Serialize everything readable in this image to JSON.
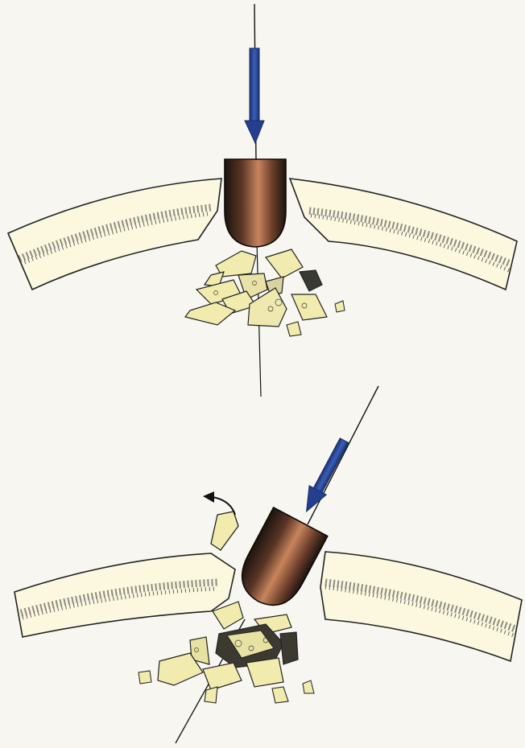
{
  "figure": {
    "panels": [
      {
        "id": "perpendicular-impact",
        "projectile": "bullet",
        "direction": "perpendicular",
        "fragments_ejected_backward": false
      },
      {
        "id": "oblique-impact",
        "projectile": "bullet",
        "direction": "oblique",
        "fragments_ejected_backward": true
      }
    ],
    "colors": {
      "paper": "#f7f6f1",
      "bone": "#fbf8df",
      "bone_fragment": "#f1ecae",
      "marrow": "#2a2a2a",
      "bullet_dark": "#1c140f",
      "bullet_copper": "#c8845c",
      "arrow": "#2b4a9a",
      "line": "#111111"
    },
    "icons": [
      "bullet-icon",
      "direction-arrow-icon",
      "bone-section-icon",
      "fragment-icon",
      "curved-arrow-icon"
    ]
  }
}
